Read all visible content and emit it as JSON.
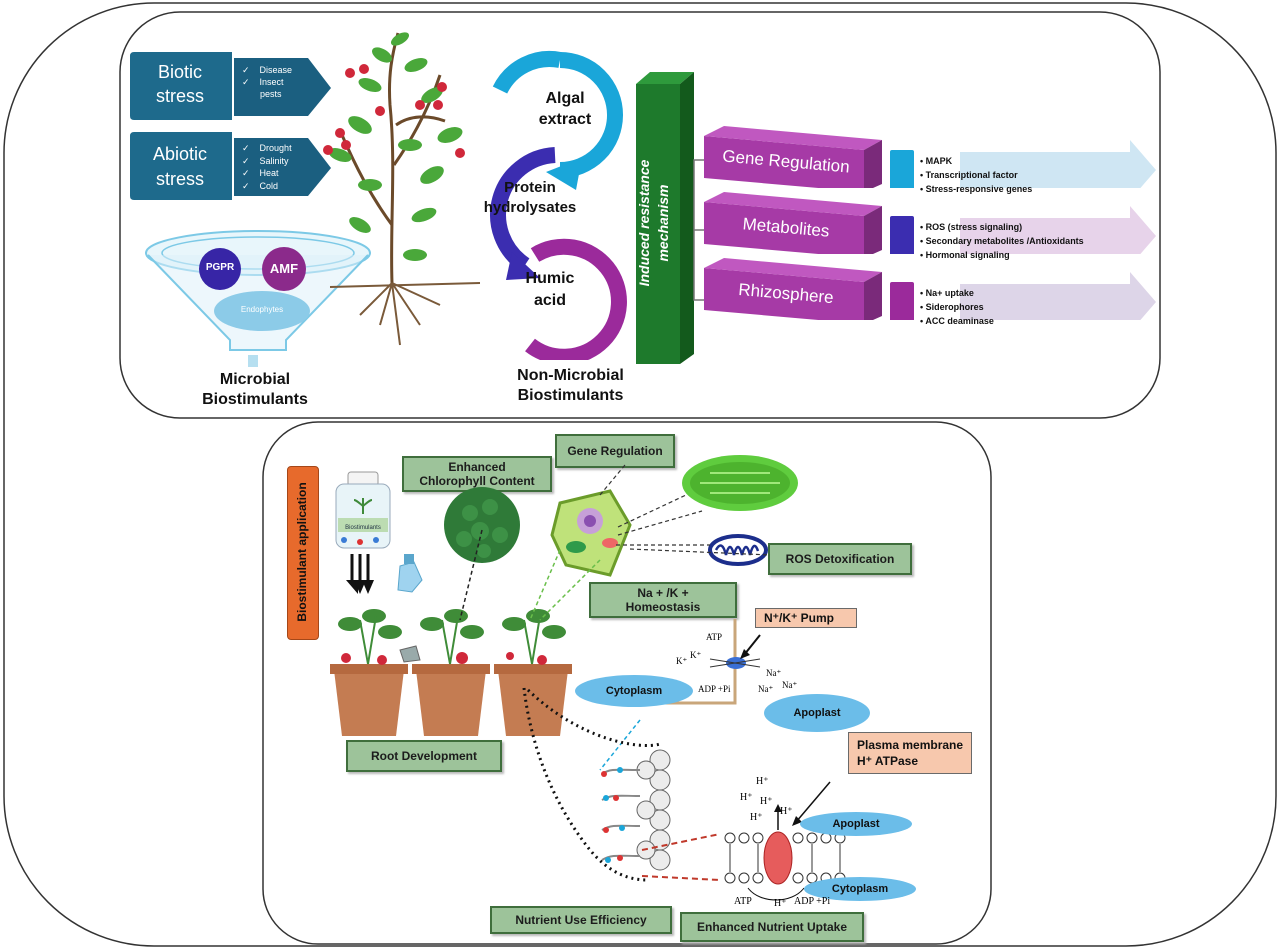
{
  "top_panel": {
    "biotic": {
      "title_line1": "Biotic",
      "title_line2": "stress",
      "items": [
        "Disease",
        "Insect",
        "pests"
      ]
    },
    "abiotic": {
      "title_line1": "Abiotic",
      "title_line2": "stress",
      "items": [
        "Drought",
        "Salinity",
        "Heat",
        "Cold"
      ]
    },
    "microbes": {
      "pgpr": "PGPR",
      "amf": "AMF",
      "endophytes": "Endophytes"
    },
    "microbial_label_line1": "Microbial",
    "microbial_label_line2": "Biostimulants",
    "cycle": {
      "algal_line1": "Algal",
      "algal_line2": "extract",
      "protein_line1": "Protein",
      "protein_line2": "hydrolysates",
      "humic_line1": "Humic",
      "humic_line2": "acid"
    },
    "non_microbial_label_line1": "Non-Microbial",
    "non_microbial_label_line2": "Biostimulants",
    "mechanism_line1": "Induced resistance",
    "mechanism_line2": "mechanism",
    "mechanisms": [
      {
        "label": "Gene Regulation",
        "color": "#a63aa6",
        "accent": "#1aa6d9",
        "arrow": "#cfe6f3",
        "bullets": [
          "MAPK",
          "Transcriptional factor",
          "Stress-responsive genes"
        ]
      },
      {
        "label": "Metabolites",
        "color": "#a63aa6",
        "accent": "#3b2db0",
        "arrow": "#e7d3ea",
        "bullets": [
          "ROS (stress signaling)",
          "Secondary metabolites /Antioxidants",
          "Hormonal signaling"
        ]
      },
      {
        "label": "Rhizosphere",
        "color": "#a63aa6",
        "accent": "#9b2a9b",
        "arrow": "#ddd5e8",
        "bullets": [
          "Na+ uptake",
          "Siderophores",
          "ACC deaminase"
        ]
      }
    ]
  },
  "bottom_panel": {
    "application_label": "Biostimulant application",
    "bottle_label": "Biostimulants",
    "boxes": {
      "enhanced_chlorophyll_line1": "Enhanced",
      "enhanced_chlorophyll_line2": "Chlorophyll Content",
      "gene_regulation": "Gene Regulation",
      "ros_detox": "ROS  Detoxification",
      "homeostasis_line1": "Na + /K +",
      "homeostasis_line2": "Homeostasis",
      "root_development": "Root Development",
      "nutrient_use": "Nutrient Use Efficiency",
      "nutrient_uptake": "Enhanced Nutrient Uptake"
    },
    "pump": {
      "label": "N⁺/K⁺ Pump",
      "atp": "ATP",
      "adp": "ADP +Pi",
      "k1": "K⁺",
      "k2": "K⁺",
      "na1": "Na⁺",
      "na2": "Na⁺",
      "na3": "Na⁺"
    },
    "cytoplasm_top": "Cytoplasm",
    "apoplast_top": "Apoplast",
    "atpase_line1": "Plasma membrane",
    "atpase_line2": "H⁺ ATPase",
    "hplus": [
      "H⁺",
      "H⁺",
      "H⁺",
      "H⁺",
      "H⁺"
    ],
    "apoplast_bottom": "Apoplast",
    "cytoplasm_bottom": "Cytoplasm",
    "membrane": {
      "atp": "ATP",
      "h": "H⁺",
      "adp": "ADP +Pi"
    }
  }
}
